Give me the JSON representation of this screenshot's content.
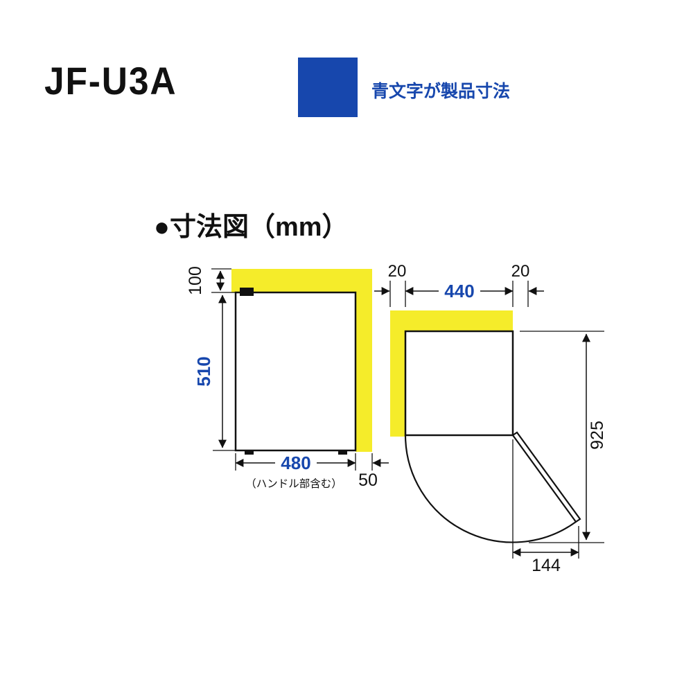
{
  "header": {
    "model": "JF-U3A",
    "legend_label": "青文字が製品寸法"
  },
  "section": {
    "title": "●寸法図（mm）"
  },
  "front_view": {
    "top_clearance_mm": "100",
    "height_mm": "510",
    "width_mm": "480",
    "width_note": "（ハンドル部含む）",
    "side_clearance_mm": "50"
  },
  "top_view": {
    "left_clearance_mm": "20",
    "right_clearance_mm": "20",
    "width_mm": "440",
    "depth_with_door_open_mm": "925",
    "door_swing_depth_mm": "144"
  },
  "colors": {
    "dimension_blue": "#1747ad",
    "legend_blue": "#1747ad",
    "clearance_yellow": "#f5ec2a",
    "line_black": "#111111"
  }
}
